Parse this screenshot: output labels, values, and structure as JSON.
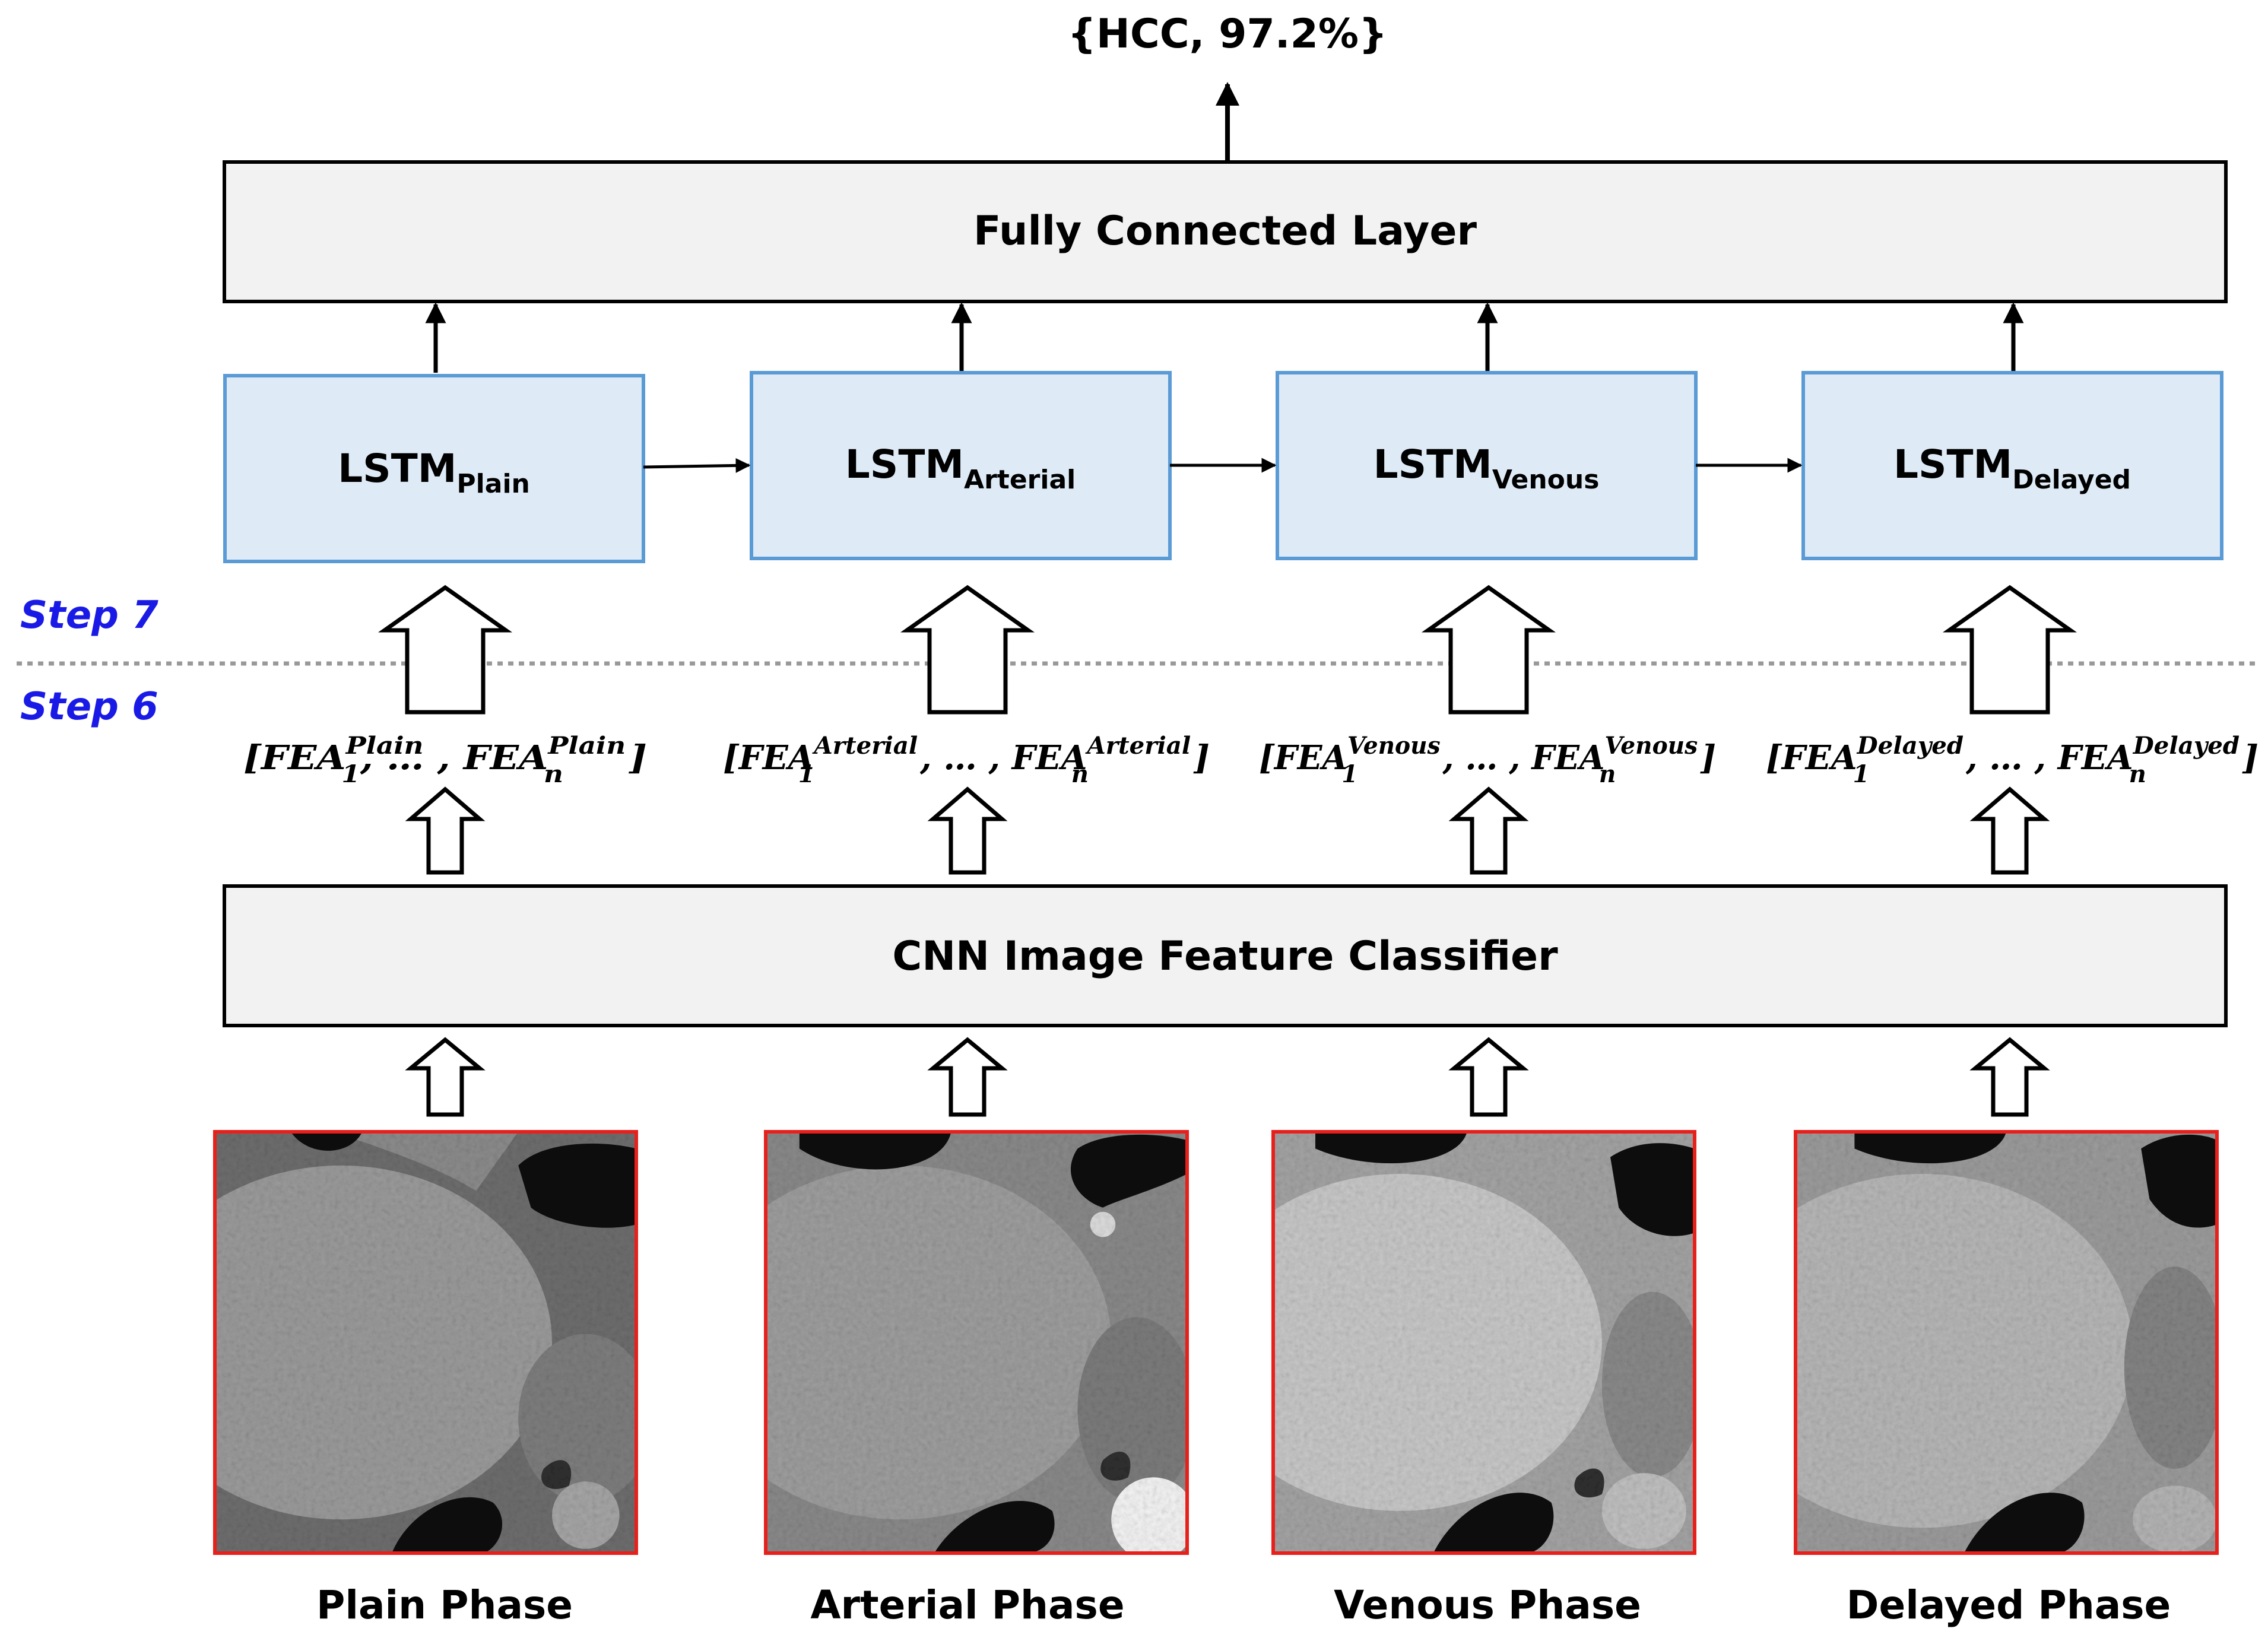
{
  "output_label": "{HCC, 97.2%}",
  "fc_layer_label": "Fully Connected Layer",
  "cnn_label": "CNN Image Feature Classifier",
  "steps": {
    "upper": "Step 7",
    "lower": "Step 6"
  },
  "lstm_prefix": "LSTM",
  "feature_prefix": "FEA",
  "feature_sub_first": "1",
  "feature_sub_last": "n",
  "feature_ellipsis": "…",
  "phases": [
    {
      "key": "Plain",
      "lstm_sub": "Plain",
      "feature_sup": "Plain",
      "caption": "Plain Phase"
    },
    {
      "key": "Arterial",
      "lstm_sub": "Arterial",
      "feature_sup": "Arterial",
      "caption": "Arterial Phase"
    },
    {
      "key": "Venous",
      "lstm_sub": "Venous",
      "feature_sup": "Venous",
      "caption": "Venous Phase"
    },
    {
      "key": "Delayed",
      "lstm_sub": "Delayed",
      "feature_sup": "Delayed",
      "caption": "Delayed Phase"
    }
  ],
  "colors": {
    "lstm_fill": "#deebf7",
    "lstm_stroke": "#5b9bd5",
    "layer_fill": "#f2f2f2",
    "image_border": "#e8201c",
    "step_text": "#1a1ae6",
    "dotted_line": "#999999"
  }
}
